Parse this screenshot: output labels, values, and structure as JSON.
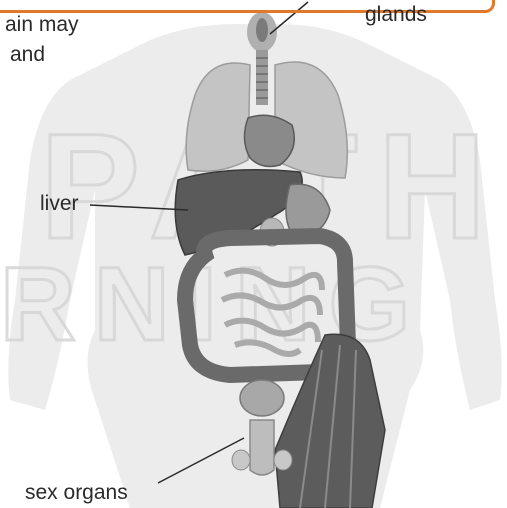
{
  "labels": {
    "caption_line_1": "ain may",
    "caption_line_2": "and",
    "glands": "glands",
    "liver": "liver",
    "sex_organs": "sex organs"
  },
  "watermark": {
    "line_1": "PATH",
    "line_2": "RNING"
  },
  "colors": {
    "frame_accent": "#e07a2a",
    "body_silhouette": "#ececec",
    "organ_dark": "#5a5a5a",
    "organ_mid": "#8c8c8c",
    "organ_light": "#c4c4c4"
  }
}
